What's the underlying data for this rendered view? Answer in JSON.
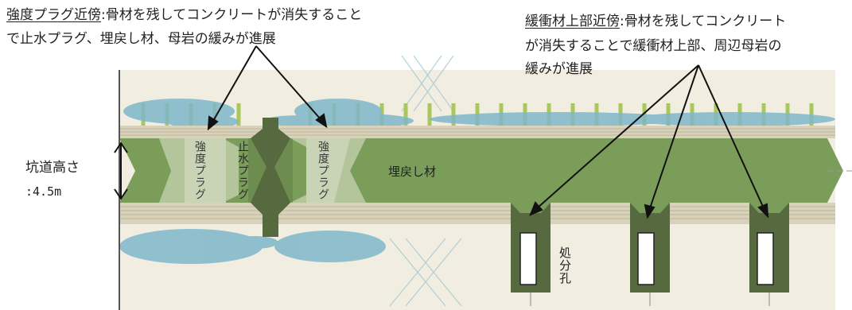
{
  "callout_left": {
    "title": "強度プラグ近傍",
    "body_line1": ":骨材を残してコンクリートが消失すること",
    "body_line2": "で止水プラグ、埋戻し材、母岩の緩みが進展"
  },
  "callout_right": {
    "title": "緩衝材上部近傍",
    "body_line1": ":骨材を残してコンクリート",
    "body_line2": "が消失することで緩衝材上部、周辺母岩の",
    "body_line3": "緩みが進展"
  },
  "tunnel_height": {
    "label": "坑道高さ",
    "value": ":4.5m"
  },
  "labels": {
    "strength_plug_left": "強度プラグ",
    "water_plug": "止水プラグ",
    "strength_plug_right": "強度プラグ",
    "backfill": "埋戻し材",
    "disposal_hole": "処分孔"
  },
  "colors": {
    "backfill_green": "#7a9e5a",
    "plug_dark": "#56693f",
    "rock_band": "#d9d2ba",
    "fracture_blue": "#7fb7c9",
    "bolt_green": "#a9c75e",
    "arrow": "#111111"
  }
}
